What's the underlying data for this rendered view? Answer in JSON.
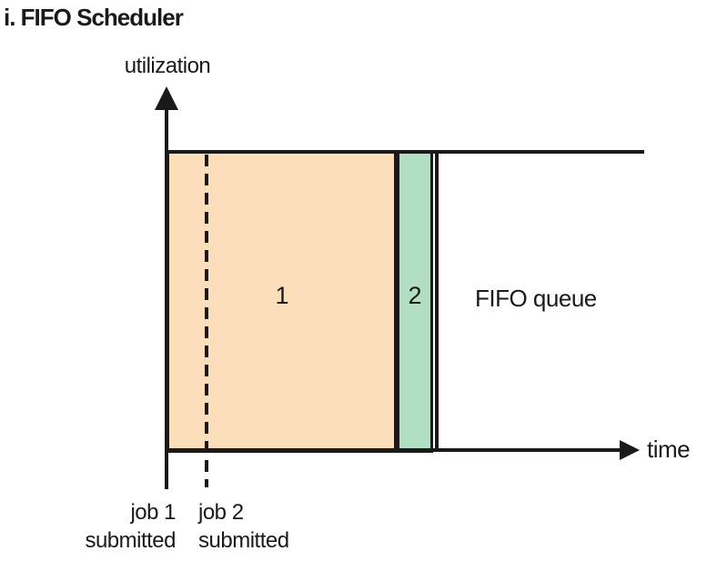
{
  "title": "i. FIFO Scheduler",
  "y_axis": {
    "label": "utilization"
  },
  "x_axis": {
    "label": "time"
  },
  "regions": {
    "job1": {
      "label": "1",
      "fill": "#fcdebb"
    },
    "job2": {
      "label": "2",
      "fill": "#b2dec2"
    }
  },
  "queue_label": "FIFO queue",
  "events": {
    "job1": {
      "line1": "job 1",
      "line2": "submitted"
    },
    "job2": {
      "line1": "job 2",
      "line2": "submitted"
    }
  },
  "colors": {
    "line": "#1a1a1a",
    "job1_fill": "#fcdebb",
    "job2_fill": "#b2dec2"
  }
}
